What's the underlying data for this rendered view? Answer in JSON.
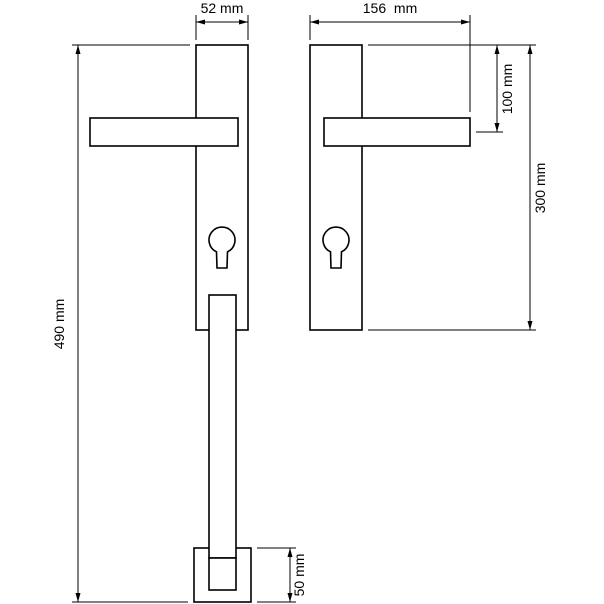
{
  "drawing": {
    "units": "mm",
    "colors": {
      "line": "#000000",
      "background": "#ffffff"
    },
    "dimensions": {
      "plate_width": "52 mm",
      "overall_width": "156  mm",
      "top_to_lever_center": "100 mm",
      "plate_height": "300 mm",
      "overall_height": "490 mm",
      "foot_height": "50 mm"
    }
  }
}
